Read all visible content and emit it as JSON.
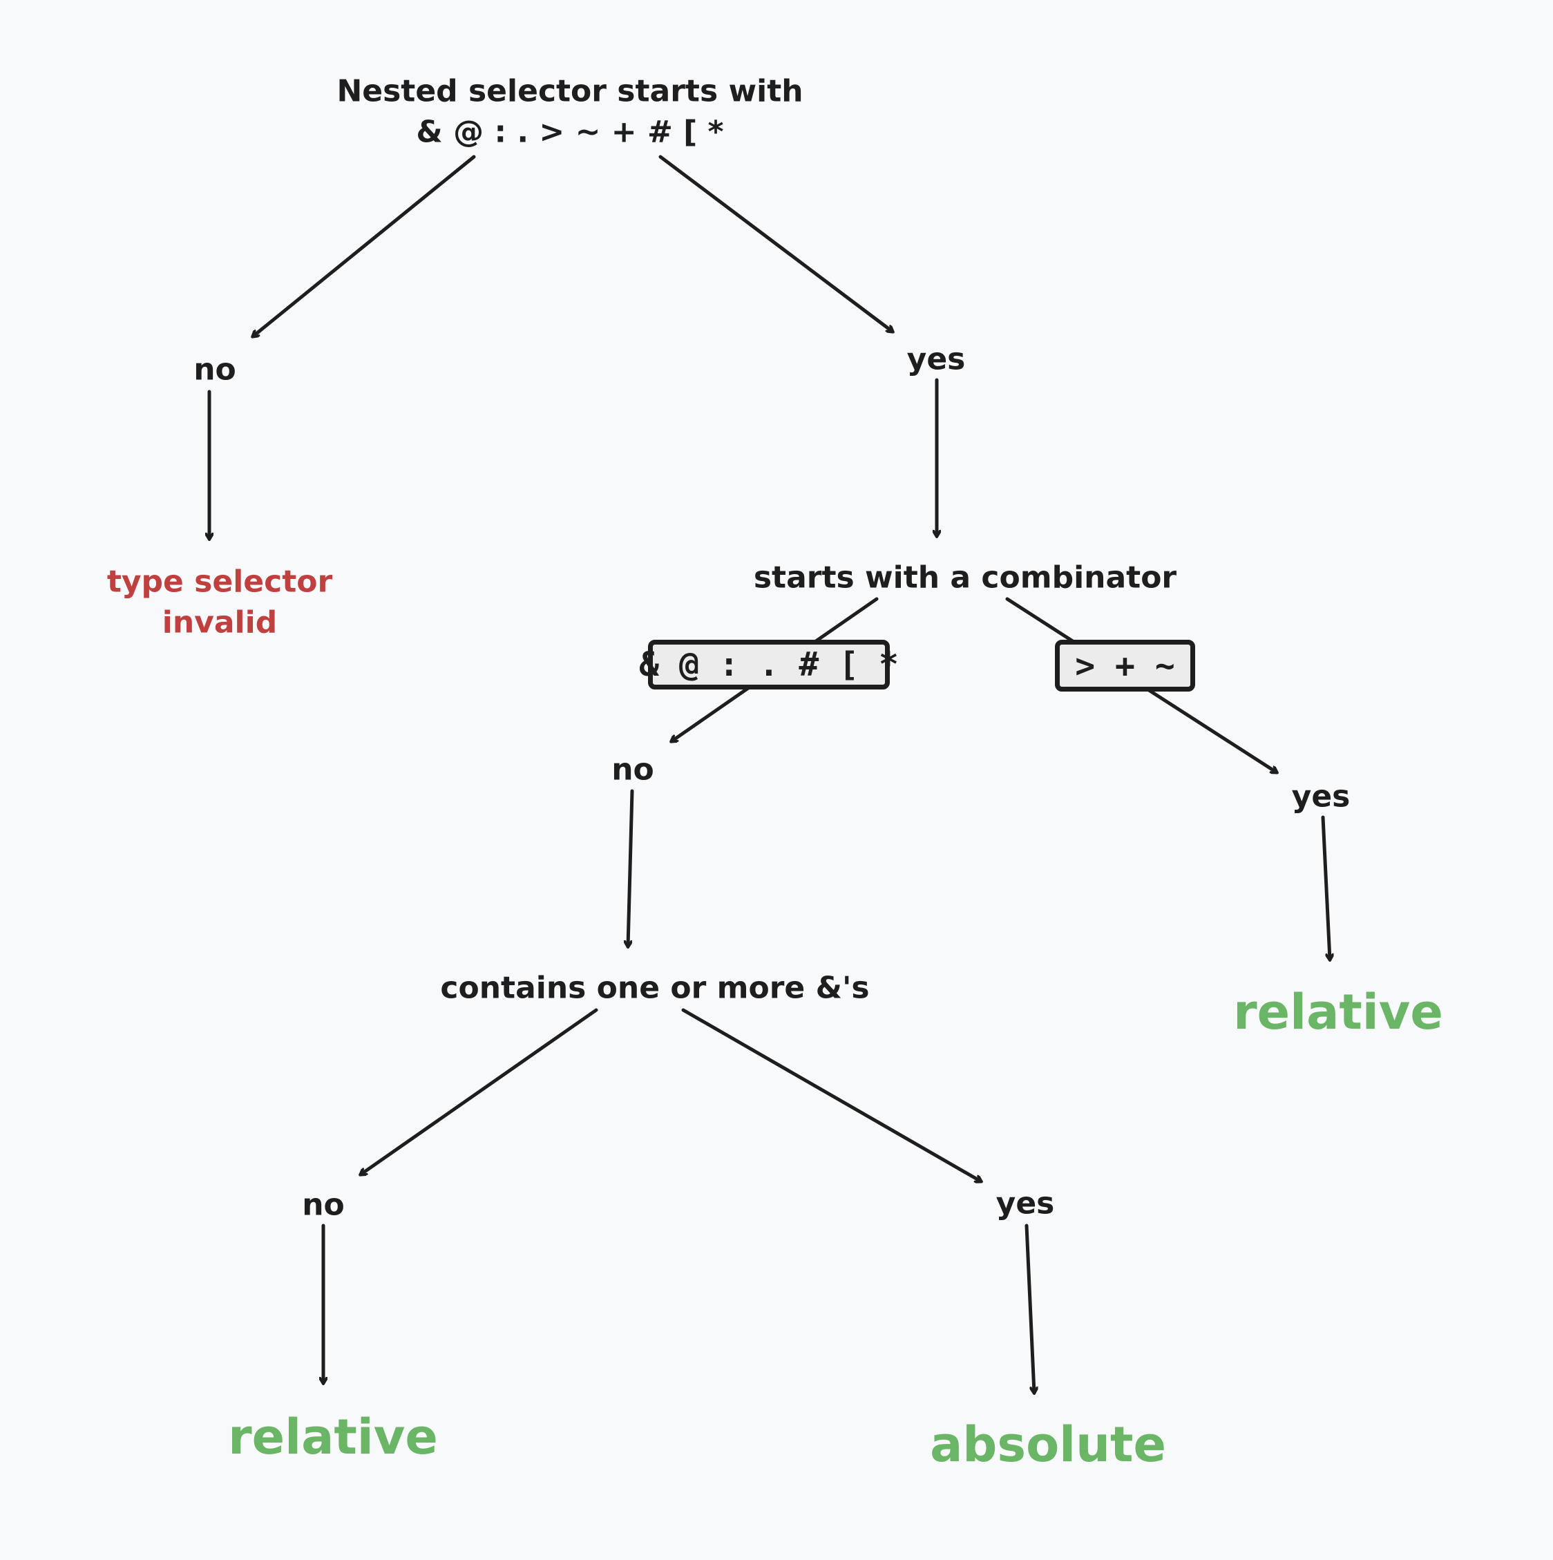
{
  "nodes": {
    "root_question_line1": "Nested selector starts with",
    "root_question_line2": "& @ : . > ~ + # [ *",
    "root_no": "no",
    "root_yes": "yes",
    "type_selector_invalid_line1": "type selector",
    "type_selector_invalid_line2": "invalid",
    "combinator_question": "starts with a combinator",
    "non_combinator_chars": "& @ : . # [ *",
    "combinator_chars": "> + ~",
    "combinator_no": "no",
    "combinator_yes": "yes",
    "relative_result_right": "relative",
    "ampersand_question": "contains one or more &'s",
    "ampersand_no": "no",
    "ampersand_yes": "yes",
    "relative_result_left": "relative",
    "absolute_result": "absolute"
  },
  "colors": {
    "background": "#f8f9fb",
    "stroke": "#1e1e1e",
    "invalid": "#c0403f",
    "result": "#6bb566",
    "box_fill": "#ececec"
  }
}
